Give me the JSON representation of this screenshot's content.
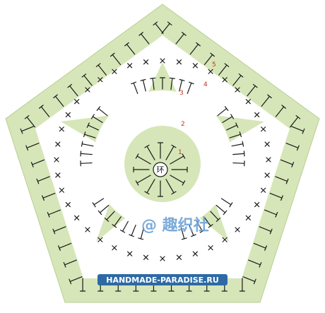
{
  "diagram": {
    "center_label": "环",
    "round_numbers": [
      "1",
      "2",
      "3",
      "4",
      "5"
    ],
    "watermark": "@ 趣织社",
    "site_label": "HANDMADE-PARADISE.RU",
    "colors": {
      "band_green": "#d6e6b8",
      "background": "#ffffff",
      "symbol": "#1a1a1a",
      "round_number": "#c8321e",
      "watermark": "#6fa3d6",
      "site_label_bg": "#2d6aa5"
    }
  }
}
